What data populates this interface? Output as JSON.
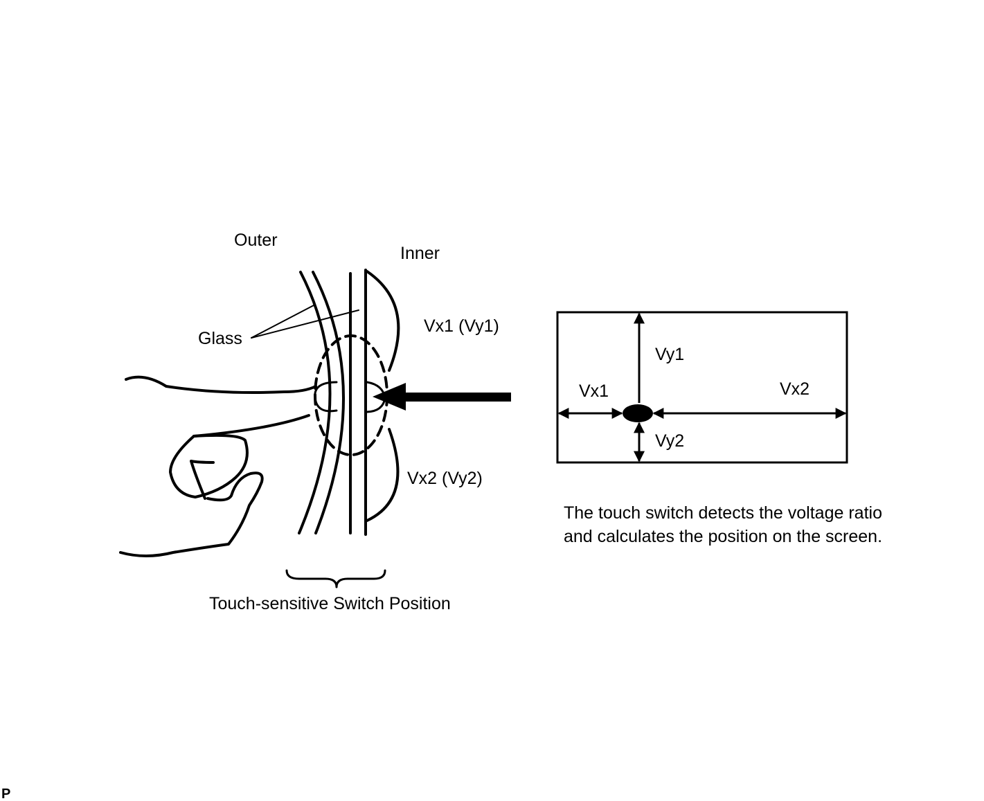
{
  "labels": {
    "outer": "Outer",
    "inner": "Inner",
    "glass": "Glass",
    "vx1_vy1": "Vx1 (Vy1)",
    "vx2_vy2": "Vx2 (Vy2)",
    "switch_position": "Touch-sensitive Switch Position",
    "vy1": "Vy1",
    "vx1": "Vx1",
    "vx2": "Vx2",
    "vy2": "Vy2",
    "caption_line1": "The touch switch detects the voltage ratio",
    "caption_line2": "and calculates the position on the screen.",
    "corner_mark": "P"
  },
  "colors": {
    "ink": "#000000",
    "background": "#ffffff"
  }
}
